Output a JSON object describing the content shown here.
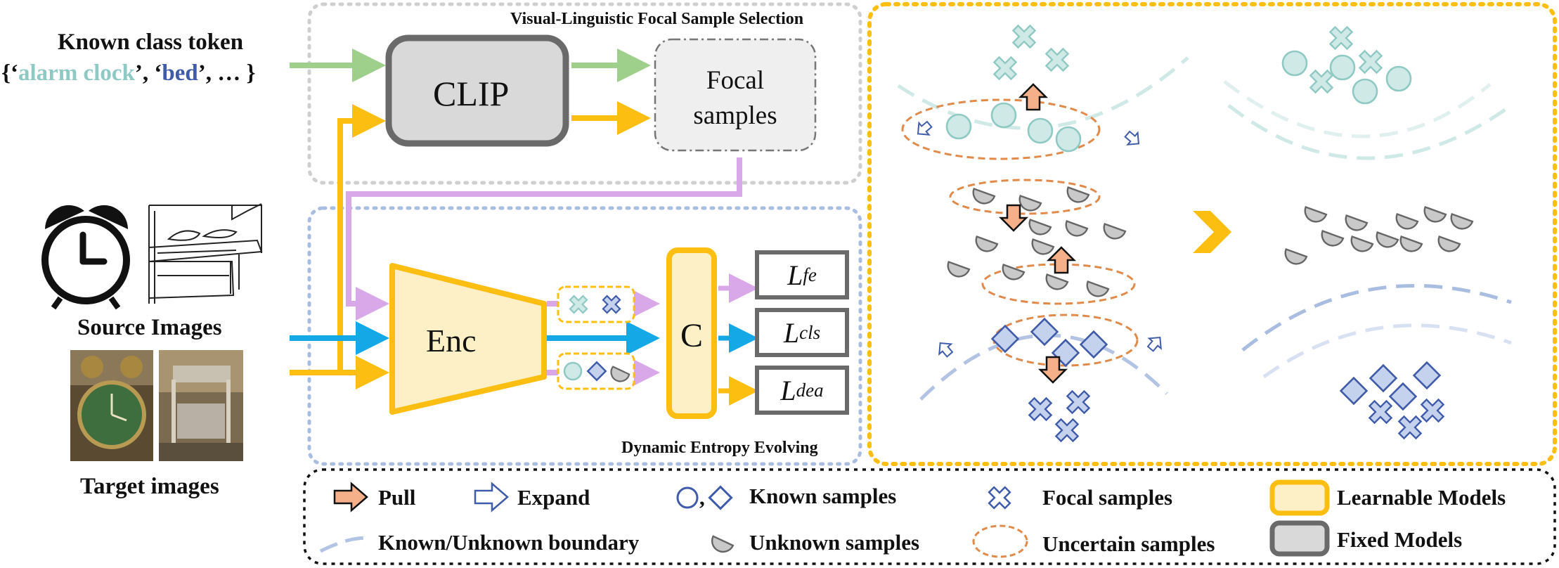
{
  "known_class": {
    "title": "Known class token",
    "open": "{‘",
    "item1": "alarm clock",
    "sep": "’, ‘",
    "item2": "bed",
    "close": "’, … }"
  },
  "source_label": "Source Images",
  "target_label": "Target images",
  "vlfss_title": "Visual-Linguistic Focal Sample Selection",
  "clip_label": "CLIP",
  "focal_box": {
    "line1": "Focal",
    "line2": "samples"
  },
  "dee_title": "Dynamic Entropy Evolving",
  "enc_label": "Enc",
  "classifier_label": "C",
  "losses": [
    {
      "main": "L",
      "sub": "fe"
    },
    {
      "main": "L",
      "sub": "cls"
    },
    {
      "main": "L",
      "sub": "dea"
    }
  ],
  "legend": {
    "pull": "Pull",
    "expand": "Expand",
    "known_prefix": ",",
    "known": "Known samples",
    "focal": "Focal samples",
    "learnable": "Learnable Models",
    "boundary": "Known/Unknown boundary",
    "unknown": "Unknown samples",
    "uncertain": "Uncertain samples",
    "fixed": "Fixed Models"
  },
  "colors": {
    "known_teal": "#8fc9c4",
    "known_fill": "#cfe9e6",
    "focal_blue": "#3f5ba9",
    "focal_fill": "#c5d2ee",
    "unknown_gray": "#c9c9c9",
    "uncertain_orange": "#e08a4c",
    "learnable_yellow": "#fdbe12",
    "learnable_fill": "#fdf0c6",
    "fixed_gray": "#6a6a6a",
    "fixed_fill": "#d9d9d9",
    "arrow_green": "#9fd08b",
    "arrow_purple": "#d9a8e8",
    "arrow_cyan": "#14a8e6"
  },
  "icons": [
    "alarm-clock-icon",
    "bed-icon",
    "pull-arrow-icon",
    "expand-arrow-icon",
    "cross-icon",
    "diamond-icon",
    "circle-icon",
    "half-disc-icon",
    "chevron-right-icon"
  ]
}
